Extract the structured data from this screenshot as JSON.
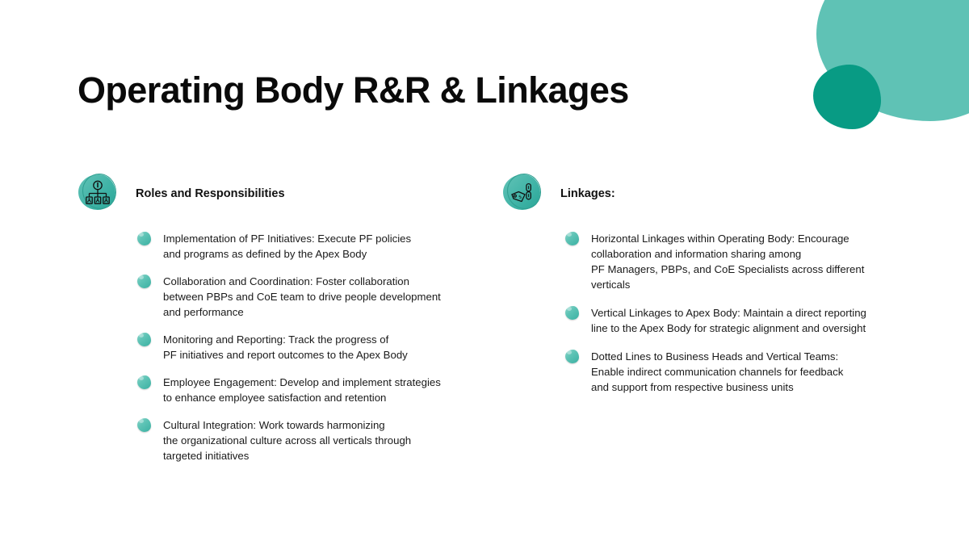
{
  "slide": {
    "title": "Operating Body R&R & Linkages",
    "background_color": "#ffffff",
    "accent_light": "#5FC2B5",
    "accent_dark": "#089B84",
    "bullet_color": "#5FC4B6",
    "text_color": "#1a1a1a"
  },
  "decor": {
    "blob_large_name": "large-teal-blob",
    "blob_small_name": "small-teal-blob"
  },
  "columns": {
    "left": {
      "icon": "org-chart-icon",
      "heading": "Roles and Responsibilities",
      "bullets": [
        {
          "lines": [
            "Implementation of PF Initiatives: Execute PF policies",
            "and programs as defined by the Apex Body"
          ]
        },
        {
          "lines": [
            "Collaboration and Coordination: Foster collaboration",
            "between PBPs and CoE team to drive people development",
            "and performance"
          ]
        },
        {
          "lines": [
            "Monitoring and Reporting: Track the progress of",
            "PF initiatives and report outcomes to the Apex Body"
          ]
        },
        {
          "lines": [
            "Employee Engagement: Develop and implement strategies",
            "to enhance employee satisfaction and retention"
          ]
        },
        {
          "lines": [
            "Cultural Integration: Work towards harmonizing",
            "the organizational culture across all verticals through",
            "targeted initiatives"
          ]
        }
      ]
    },
    "right": {
      "icon": "tag-and-chain-link-icon",
      "heading": "Linkages:",
      "bullets": [
        {
          "lines": [
            "Horizontal Linkages within Operating Body: Encourage",
            "collaboration and information sharing among",
            "PF Managers, PBPs, and CoE Specialists across different",
            "verticals"
          ]
        },
        {
          "lines": [
            "Vertical Linkages to Apex Body: Maintain a direct reporting",
            "line to the Apex Body for strategic alignment and oversight"
          ]
        },
        {
          "lines": [
            "Dotted Lines to Business Heads and Vertical Teams:",
            "Enable indirect communication channels for feedback",
            "and support from respective business units"
          ]
        }
      ]
    }
  }
}
